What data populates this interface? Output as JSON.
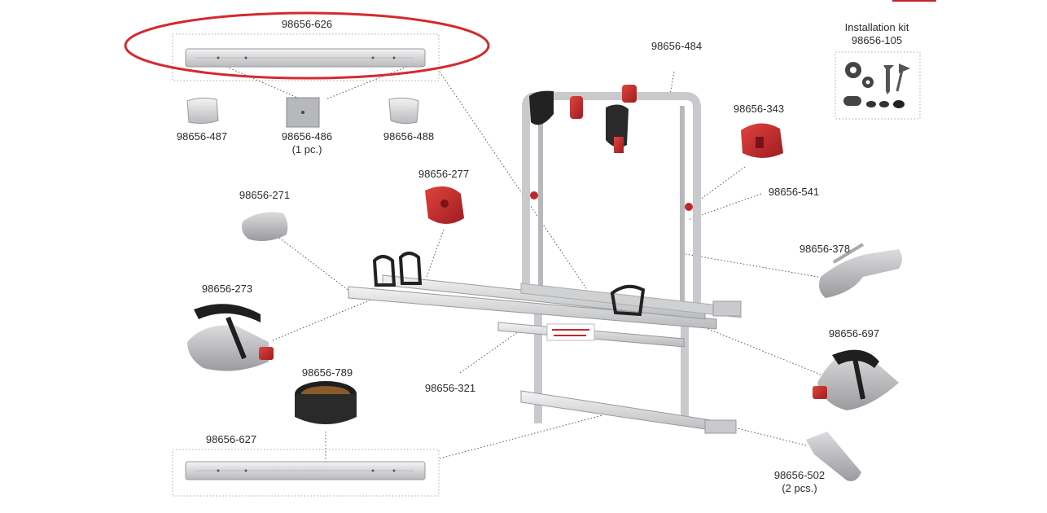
{
  "parts": {
    "p626": {
      "code": "98656-626"
    },
    "p484": {
      "code": "98656-484"
    },
    "p105": {
      "title": "Installation kit",
      "code": "98656-105"
    },
    "p487": {
      "code": "98656-487"
    },
    "p486": {
      "code": "98656-486",
      "qty": "(1 pc.)"
    },
    "p488": {
      "code": "98656-488"
    },
    "p343": {
      "code": "98656-343"
    },
    "p277": {
      "code": "98656-277"
    },
    "p271": {
      "code": "98656-271"
    },
    "p541": {
      "code": "98656-541"
    },
    "p378": {
      "code": "98656-378"
    },
    "p273": {
      "code": "98656-273"
    },
    "p697": {
      "code": "98656-697"
    },
    "p789": {
      "code": "98656-789"
    },
    "p321": {
      "code": "98656-321"
    },
    "p627": {
      "code": "98656-627"
    },
    "p502": {
      "code": "98656-502",
      "qty": "(2 pcs.)"
    }
  },
  "colors": {
    "highlight": "#d42a2f",
    "part_red": "#c0272d",
    "aluminium": "#d9dadc",
    "dark": "#2a2a2a"
  }
}
